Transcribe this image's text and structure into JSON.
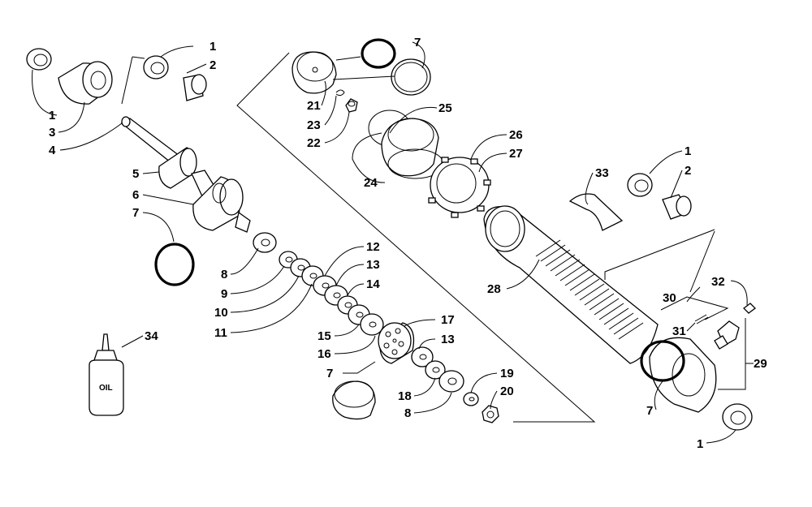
{
  "labels": {
    "l1a": "1",
    "l2a": "2",
    "l1b": "1",
    "l3": "3",
    "l4": "4",
    "l5": "5",
    "l6": "6",
    "l7a": "7",
    "l8a": "8",
    "l9": "9",
    "l10": "10",
    "l11": "11",
    "l12": "12",
    "l13a": "13",
    "l14": "14",
    "l15": "15",
    "l16": "16",
    "l17": "17",
    "l13b": "13",
    "l7b": "7",
    "l18": "18",
    "l8b": "8",
    "l19": "19",
    "l20": "20",
    "l7c": "7",
    "l21": "21",
    "l23": "23",
    "l22": "22",
    "l25": "25",
    "l24": "24",
    "l26": "26",
    "l27": "27",
    "l33": "33",
    "l1c": "1",
    "l2b": "2",
    "l28": "28",
    "l30": "30",
    "l32": "32",
    "l31": "31",
    "l29": "29",
    "l7d": "7",
    "l1d": "1",
    "l34": "34"
  },
  "oil_bottle": {
    "text": "OIL"
  }
}
